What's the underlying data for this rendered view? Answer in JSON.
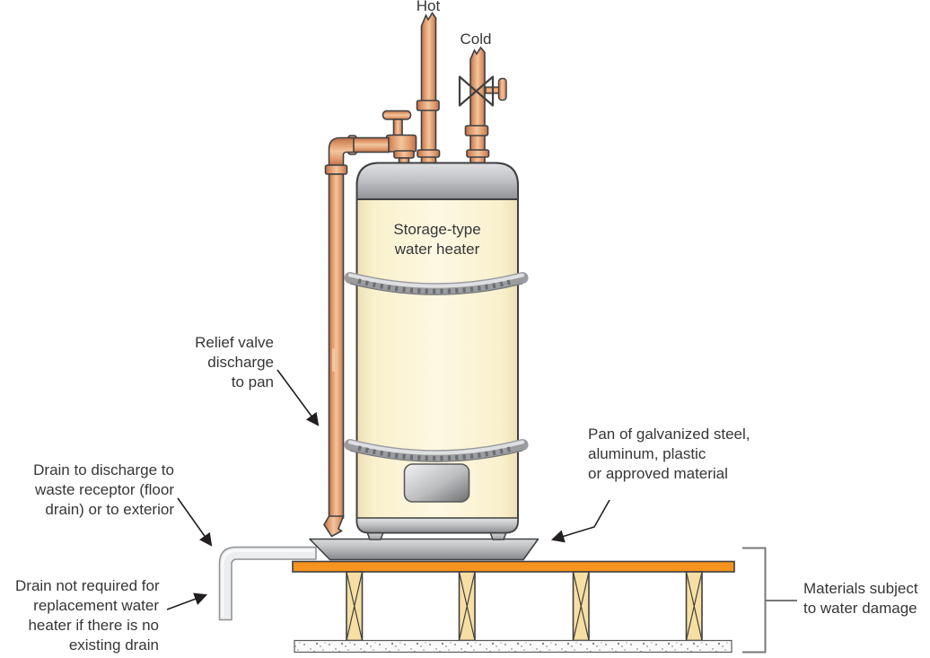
{
  "figure": {
    "type": "technical-illustration",
    "subject": "Storage-type water heater in a drain pan over wood floor framing"
  },
  "labels": {
    "hot": {
      "lines": [
        "Hot"
      ]
    },
    "cold": {
      "lines": [
        "Cold"
      ]
    },
    "tank": {
      "lines": [
        "Storage-type",
        "water heater"
      ]
    },
    "relief_valve": {
      "lines": [
        "Relief valve",
        "discharge",
        "to pan"
      ]
    },
    "drain_discharge": {
      "lines": [
        "Drain to discharge to",
        "waste receptor (floor",
        "drain) or to exterior"
      ]
    },
    "drain_not_required": {
      "lines": [
        "Drain not required for",
        "replacement water",
        "heater if there is no",
        "existing drain"
      ]
    },
    "pan": {
      "lines": [
        "Pan of galvanized steel,",
        "aluminum, plastic",
        "or approved material"
      ]
    },
    "materials": {
      "lines": [
        "Materials subject",
        "to water damage"
      ]
    }
  },
  "colors": {
    "copper": "#E8A875",
    "copper_dark": "#C67B51",
    "copper_light": "#F0C097",
    "outline": "#3F4042",
    "tank_cream": "#FBF3D2",
    "metal_light": "#DFE0E2",
    "metal_dark": "#8F9194",
    "pan_gray": "#B9BBBD",
    "plank_orange": "#F7941E",
    "joist_tan": "#F7DFA3",
    "slab_white": "#FAFAFA",
    "drain_pipe_gray": "#ECEDEE",
    "text": "#363638",
    "arrow": "#231F20",
    "bracket": "#77787B"
  }
}
